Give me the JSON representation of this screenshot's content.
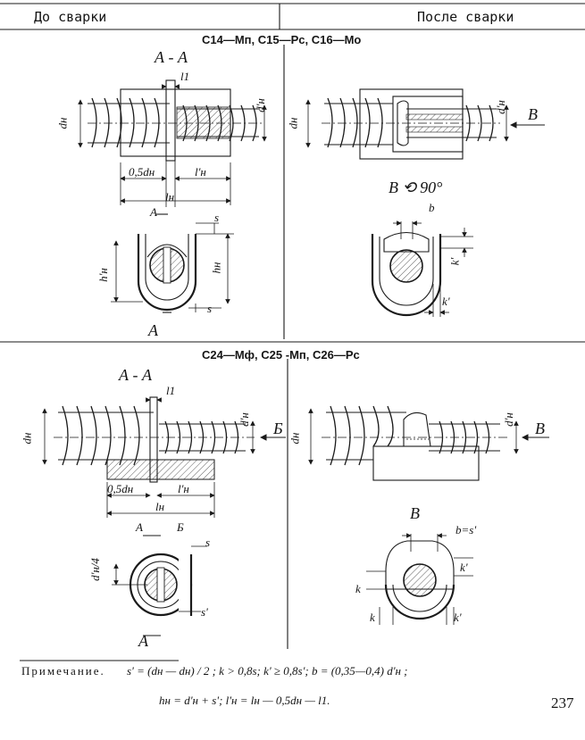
{
  "header": {
    "before_welding": "До сварки",
    "after_welding": "После сварки"
  },
  "section_top": {
    "title": "С14—Мп, С15—Рс, С16—Мо",
    "section_aa": "А - А",
    "dim_l1": "l1",
    "dim_dn": "dн",
    "dim_dn_prime": "d'н",
    "dim_05dn": "0,5dн",
    "dim_ln_prime": "l'н",
    "dim_ln": "lн",
    "cut_a": "А",
    "dim_s": "s",
    "dim_hn_prime": "h'н",
    "dim_hn": "hн",
    "view_b": "В ⟲ 90°",
    "arrow_b": "В",
    "dim_b": "b",
    "dim_k_prime": "k'",
    "dim_k_prime2": "k'"
  },
  "section_bottom": {
    "title": "С24—Мф, С25 -Мп, С26—Рс",
    "section_aa": "А - А",
    "dim_l1": "l1",
    "dim_dn": "dн",
    "dim_dn_prime": "d'н",
    "dim_05dn": "0,5dн",
    "dim_ln_prime": "l'н",
    "dim_ln": "lн",
    "cut_a": "А",
    "cut_b": "Б",
    "arrow_b_cyr": "Б",
    "arrow_v": "В",
    "dim_dn4": "d'н/4",
    "dim_s": "s",
    "dim_s_prime": "s'",
    "view_v": "В",
    "dim_b_eq_s": "b=s'",
    "dim_k": "k",
    "dim_k_prime": "k'"
  },
  "note": {
    "label": "Примечание.",
    "formula1": "s' = (dн — dн) / 2 ;   k > 0,8s;   k' ≥ 0,8s';   b = (0,35—0,4) d'н ;",
    "formula2": "hн = d'н + s';   l'н = lн — 0,5dн — l1."
  },
  "page_number": "237"
}
